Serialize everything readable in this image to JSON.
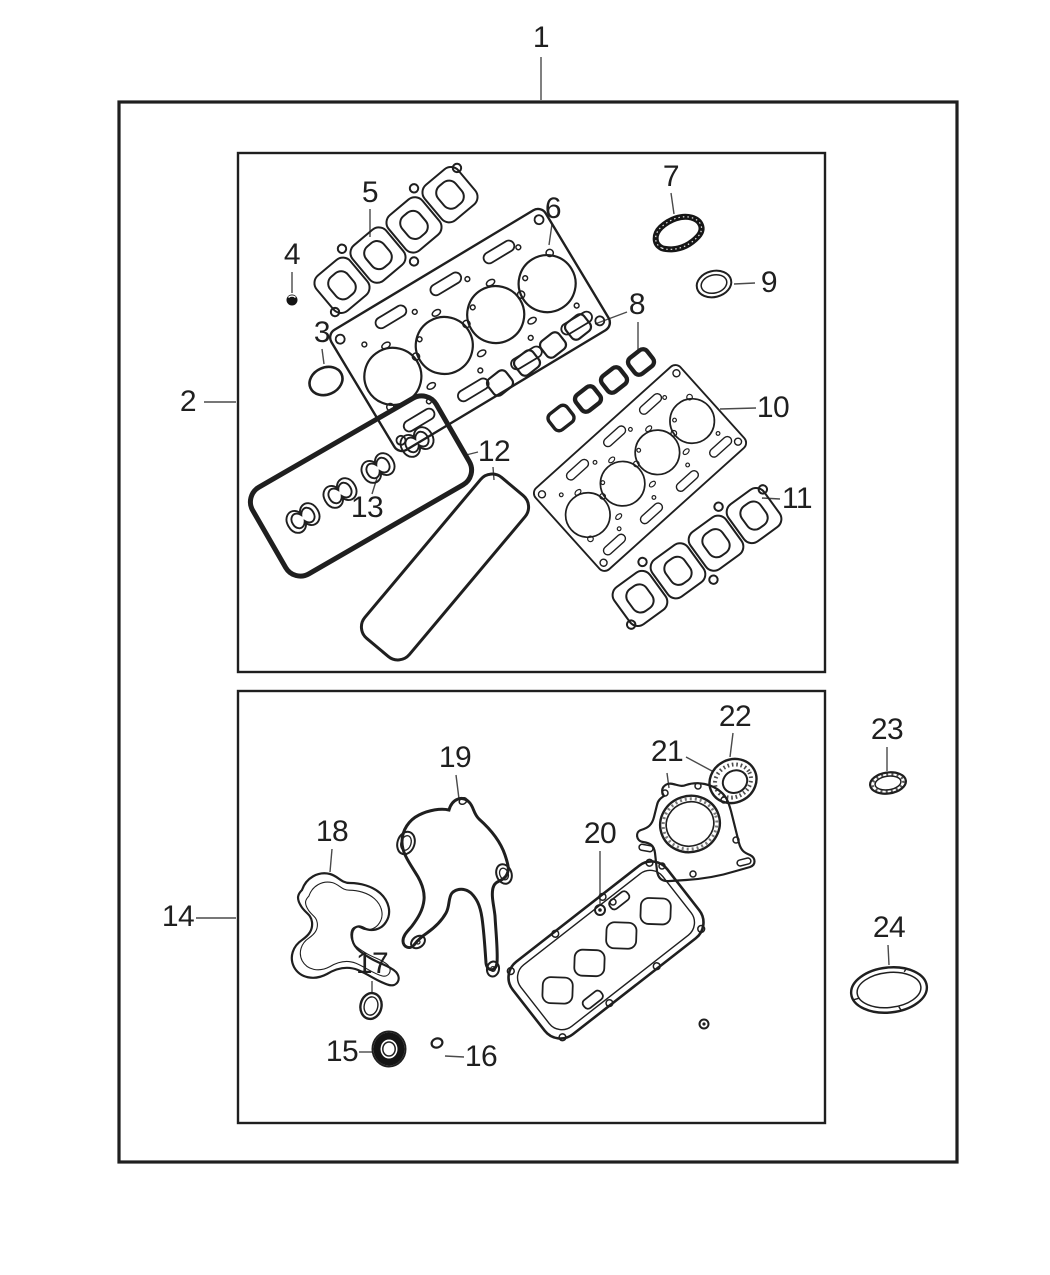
{
  "page": {
    "background_color": "#ffffff",
    "ink_color": "#1f1f1f",
    "leader_line_color": "#4a4a4a",
    "kind": "exploded-parts-diagram"
  },
  "callouts": [
    {
      "label": "1"
    },
    {
      "label": "2"
    },
    {
      "label": "3"
    },
    {
      "label": "4"
    },
    {
      "label": "5"
    },
    {
      "label": "6"
    },
    {
      "label": "7"
    },
    {
      "label": "8"
    },
    {
      "label": "9"
    },
    {
      "label": "10"
    },
    {
      "label": "11"
    },
    {
      "label": "12"
    },
    {
      "label": "13"
    },
    {
      "label": "14"
    },
    {
      "label": "15"
    },
    {
      "label": "16"
    },
    {
      "label": "17"
    },
    {
      "label": "18"
    },
    {
      "label": "19"
    },
    {
      "label": "20"
    },
    {
      "label": "21"
    },
    {
      "label": "22"
    },
    {
      "label": "23"
    },
    {
      "label": "24"
    }
  ]
}
